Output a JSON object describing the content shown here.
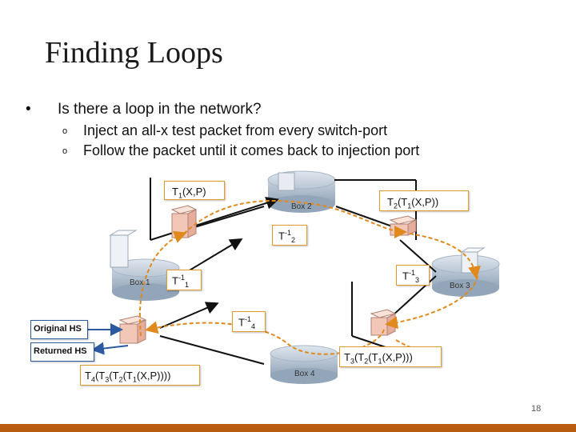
{
  "title": "Finding Loops",
  "bullet": {
    "marker": "•",
    "text": "Is there a loop in the network?"
  },
  "sub_bullets": [
    {
      "marker": "o",
      "text": "Inject an all-x test packet from every switch-port"
    },
    {
      "marker": "o",
      "text": "Follow the packet until it comes back to injection port"
    }
  ],
  "boxes": {
    "box1": "Box 1",
    "box2": "Box 2",
    "box3": "Box 3",
    "box4": "Box 4"
  },
  "labels": {
    "t1": {
      "a": "T",
      "b": "1",
      "c": "(X,P)"
    },
    "t2": {
      "a": "T",
      "b": "2",
      "c": "(T",
      "d": "1",
      "e": "(X,P))"
    },
    "tinv2": {
      "a": "T",
      "b": "-1",
      "c": "2"
    },
    "tinv1": {
      "a": "T",
      "b": "-1",
      "c": "1"
    },
    "tinv3": {
      "a": "T",
      "b": "-1",
      "c": "3"
    },
    "tinv4": {
      "a": "T",
      "b": "-1",
      "c": "4"
    },
    "t3": {
      "a": "T",
      "b": "3",
      "c": "(T",
      "d": "2",
      "e": "(T",
      "f": "1",
      "g": "(X,P)))"
    },
    "t4": {
      "a": "T",
      "b": "4",
      "c": "(T",
      "d": "3",
      "e": "(T",
      "f": "2",
      "g": "(T",
      "h": "1",
      "i": "(X,P))))"
    }
  },
  "original_hs": "Original HS",
  "returned_hs": "Returned HS",
  "page_number": "18",
  "colors": {
    "path": "#e08a1e",
    "hs_arrow": "#2c5aa0",
    "accent_bar": "#b85c0f",
    "cube_face": "#f3c7b7"
  }
}
